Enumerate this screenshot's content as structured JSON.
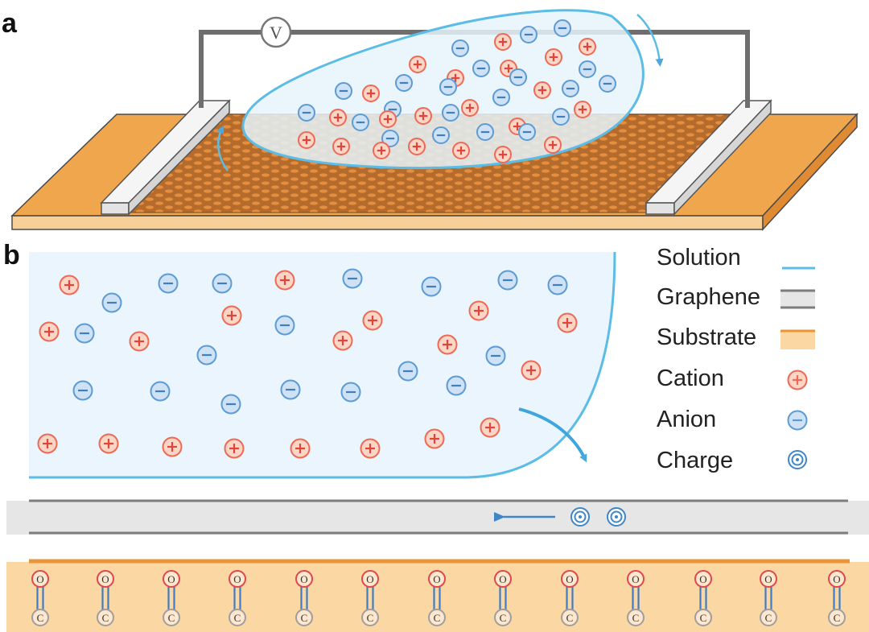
{
  "figure": {
    "panel_a_label": "a",
    "panel_b_label": "b",
    "voltmeter_symbol": "V",
    "atom_top": "O",
    "atom_bottom": "C"
  },
  "legend": {
    "items": [
      {
        "label": "Solution",
        "icon": "solution-line-icon"
      },
      {
        "label": "Graphene",
        "icon": "graphene-bar-icon"
      },
      {
        "label": "Substrate",
        "icon": "substrate-bar-icon"
      },
      {
        "label": "Cation",
        "icon": "plus-ion-icon"
      },
      {
        "label": "Anion",
        "icon": "minus-ion-icon"
      },
      {
        "label": "Charge",
        "icon": "charge-icon"
      }
    ]
  },
  "colors": {
    "solution_stroke": "#5bbde6",
    "solution_fill": "#eaf5fd",
    "graphene_line": "#7d7d7d",
    "graphene_fill": "#e6e6e6",
    "substrate": "#e8953a",
    "substrate_fill": "#fbd7a4",
    "cation_stroke": "#ef6a54",
    "cation_fill": "#fbd5c6",
    "anion_stroke": "#5c9bd3",
    "anion_fill": "#cfe2f5",
    "charge": "#3f86c9",
    "oxygen_ring": "#e0474a",
    "carbon_ring": "#9e9e9e",
    "bond": "#3e7cc4"
  }
}
